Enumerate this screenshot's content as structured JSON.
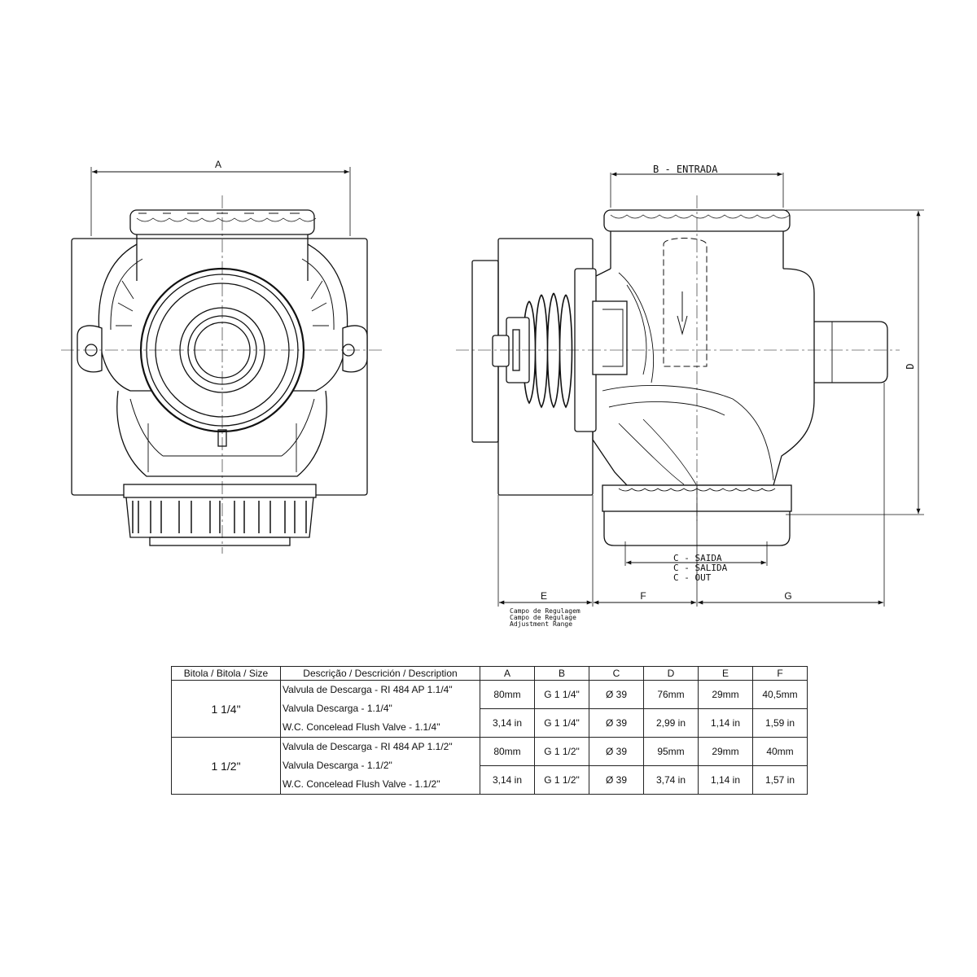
{
  "drawing": {
    "front_view": {
      "dim_a": "A"
    },
    "side_view": {
      "dim_b": "B  -  ENTRADA",
      "dim_c": [
        "C  -  SAIDA",
        "C  -  SALIDA",
        "C  -  OUT"
      ],
      "dim_d": "D",
      "dim_e": "E",
      "dim_f": "F",
      "dim_g": "G",
      "adjustment": [
        "Campo de Regulagem",
        "Campo de Regulage",
        "Adjustment Range"
      ]
    }
  },
  "table": {
    "headers": [
      "Bitola / Bitola / Size",
      "Descrição / Descrición / Description",
      "A",
      "B",
      "C",
      "D",
      "E",
      "F"
    ],
    "groups": [
      {
        "size": "1 1/4\"",
        "descriptions": [
          "Valvula de Descarga - RI 484 AP 1.1/4\"",
          "Valvula Descarga - 1.1/4\"",
          "W.C. Concelead Flush Valve - 1.1/4\""
        ],
        "rows": [
          [
            "80mm",
            "G 1 1/4\"",
            "Ø 39",
            "76mm",
            "29mm",
            "40,5mm"
          ],
          [
            "3,14 in",
            "G 1 1/4\"",
            "Ø 39",
            "2,99 in",
            "1,14 in",
            "1,59 in"
          ]
        ]
      },
      {
        "size": "1 1/2\"",
        "descriptions": [
          "Valvula de Descarga - RI 484 AP 1.1/2\"",
          "Valvula Descarga - 1.1/2\"",
          "W.C. Concelead Flush Valve - 1.1/2\""
        ],
        "rows": [
          [
            "80mm",
            "G 1 1/2\"",
            "Ø 39",
            "95mm",
            "29mm",
            "40mm"
          ],
          [
            "3,14 in",
            "G 1 1/2\"",
            "Ø 39",
            "3,74 in",
            "1,14 in",
            "1,57 in"
          ]
        ]
      }
    ]
  }
}
